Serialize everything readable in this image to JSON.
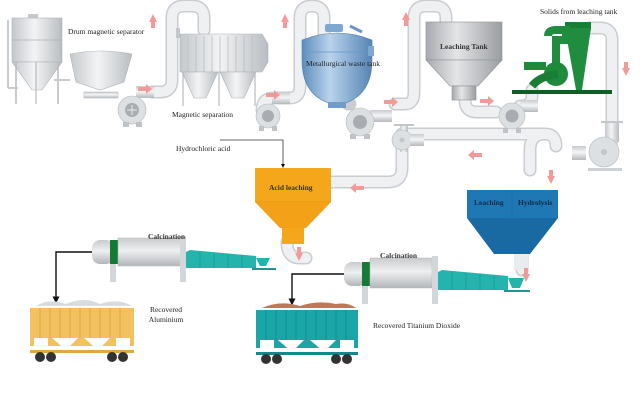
{
  "diagram": {
    "title": "Recovery of aluminium and titanium dioxide from metallurgical waste",
    "labels": {
      "drum_magnetic_separator": "Drum magnetic separator",
      "magnetic_separation": "Magnetic separation",
      "metallurgical_waste_tank": "Metallurgical waste tank",
      "leaching_tank": "Leaching Tank",
      "solids_from_leaching_tank": "Solids from leaching tank",
      "hydrochloric_acid": "Hydrochloric acid",
      "acid_leaching": "Acid leaching",
      "leaching": "Leaching",
      "hydrolysis": "Hydrolysis",
      "calcination_left": "Calcination",
      "calcination_right": "Calcination",
      "recovered_aluminium_line1": "Recovered",
      "recovered_aluminium_line2": "Aluminium",
      "recovered_titanium_dioxide": "Recovered Titanium Dioxide"
    },
    "colors": {
      "pipe": "#eef0f2",
      "pipe_edge": "#c9cdd2",
      "flow_arrow": "#f29a9a",
      "steel": "#d5d8db",
      "steel_dark": "#a9adb2",
      "blue_tank": "#6f9cc9",
      "acid_tank": "#f5a71b",
      "hydrolysis_tank": "#1f78b4",
      "cyclone_green": "#1e8a3c",
      "conveyor_teal": "#24b3ad",
      "kiln_band": "#157a35",
      "wagon_yellow": "#f3c15f",
      "wagon_teal": "#1aa6a6",
      "ore_grey": "#d9dcdf",
      "ore_brown": "#c07a4f",
      "black_line": "#111111"
    }
  }
}
